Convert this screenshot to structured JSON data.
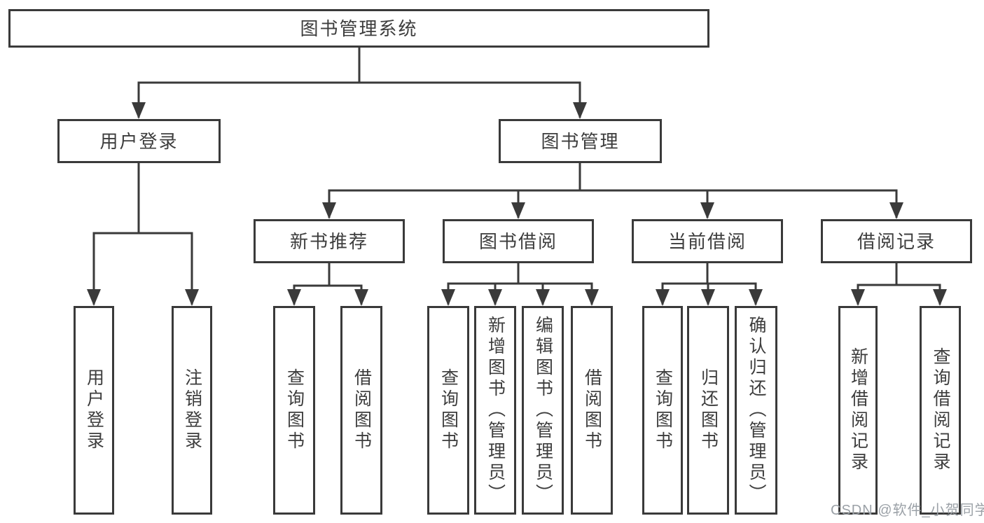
{
  "colors": {
    "line": "#3a3a3a",
    "box_border": "#3a3a3a",
    "text": "#3d3d3d",
    "watermark": "#9ba1a7",
    "background": "#ffffff"
  },
  "tree": {
    "root": "图书管理系统",
    "branches": [
      {
        "label": "用户登录",
        "children": [
          "用户登录",
          "注销登录"
        ]
      },
      {
        "label": "图书管理",
        "children": [
          {
            "label": "新书推荐",
            "children": [
              "查询图书",
              "借阅图书"
            ]
          },
          {
            "label": "图书借阅",
            "children": [
              "查询图书",
              "新增图书（管理员）",
              "编辑图书（管理员）",
              "借阅图书"
            ]
          },
          {
            "label": "当前借阅",
            "children": [
              "查询图书",
              "归还图书",
              "确认归还（管理员）"
            ]
          },
          {
            "label": "借阅记录",
            "children": [
              "新增借阅记录",
              "查询借阅记录"
            ]
          }
        ]
      }
    ]
  },
  "watermark": {
    "text": "CSDN @软件_小贺同学"
  }
}
